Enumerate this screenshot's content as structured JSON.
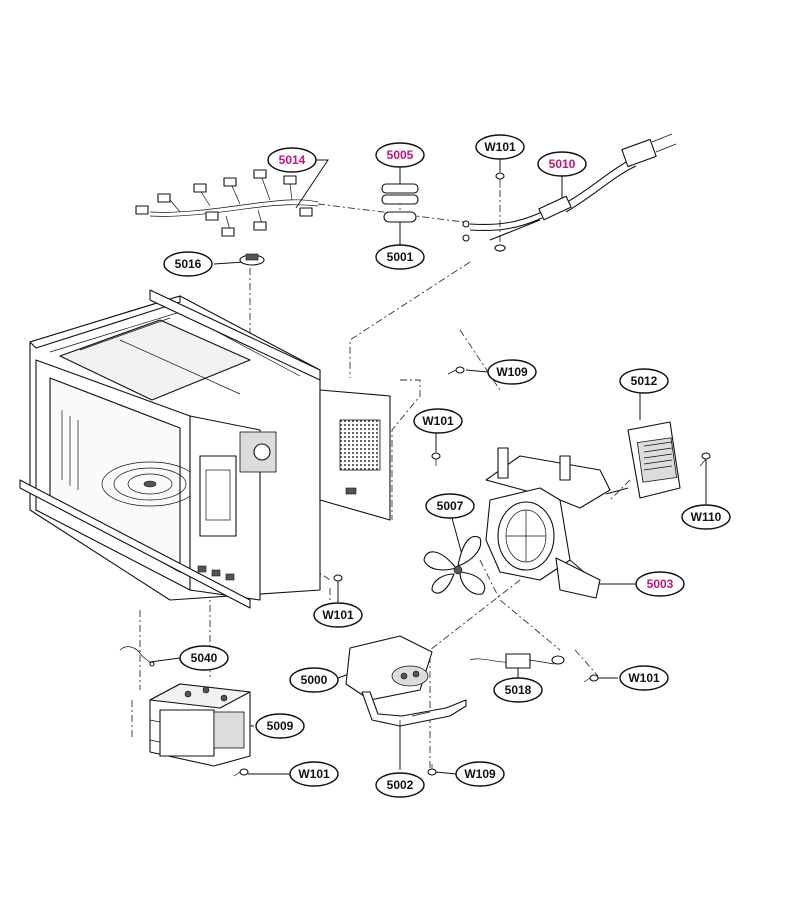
{
  "accent_color": "#c0147a",
  "text_color": "#111111",
  "callouts": [
    {
      "id": "c5014",
      "label": "5014",
      "highlight": true
    },
    {
      "id": "c5005",
      "label": "5005",
      "highlight": true
    },
    {
      "id": "cW101a",
      "label": "W101",
      "highlight": false
    },
    {
      "id": "c5010",
      "label": "5010",
      "highlight": true
    },
    {
      "id": "c5016",
      "label": "5016",
      "highlight": false
    },
    {
      "id": "c5001",
      "label": "5001",
      "highlight": false
    },
    {
      "id": "cW109a",
      "label": "W109",
      "highlight": false
    },
    {
      "id": "c5012",
      "label": "5012",
      "highlight": false
    },
    {
      "id": "cW101b",
      "label": "W101",
      "highlight": false
    },
    {
      "id": "c5007",
      "label": "5007",
      "highlight": false
    },
    {
      "id": "cW110",
      "label": "W110",
      "highlight": false
    },
    {
      "id": "c5003",
      "label": "5003",
      "highlight": true
    },
    {
      "id": "cW101c",
      "label": "W101",
      "highlight": false
    },
    {
      "id": "c5040",
      "label": "5040",
      "highlight": false
    },
    {
      "id": "c5000",
      "label": "5000",
      "highlight": false
    },
    {
      "id": "c5018",
      "label": "5018",
      "highlight": false
    },
    {
      "id": "cW101d",
      "label": "W101",
      "highlight": false
    },
    {
      "id": "c5009",
      "label": "5009",
      "highlight": false
    },
    {
      "id": "cW101e",
      "label": "W101",
      "highlight": false
    },
    {
      "id": "c5002",
      "label": "5002",
      "highlight": false
    },
    {
      "id": "cW109b",
      "label": "W109",
      "highlight": false
    }
  ]
}
